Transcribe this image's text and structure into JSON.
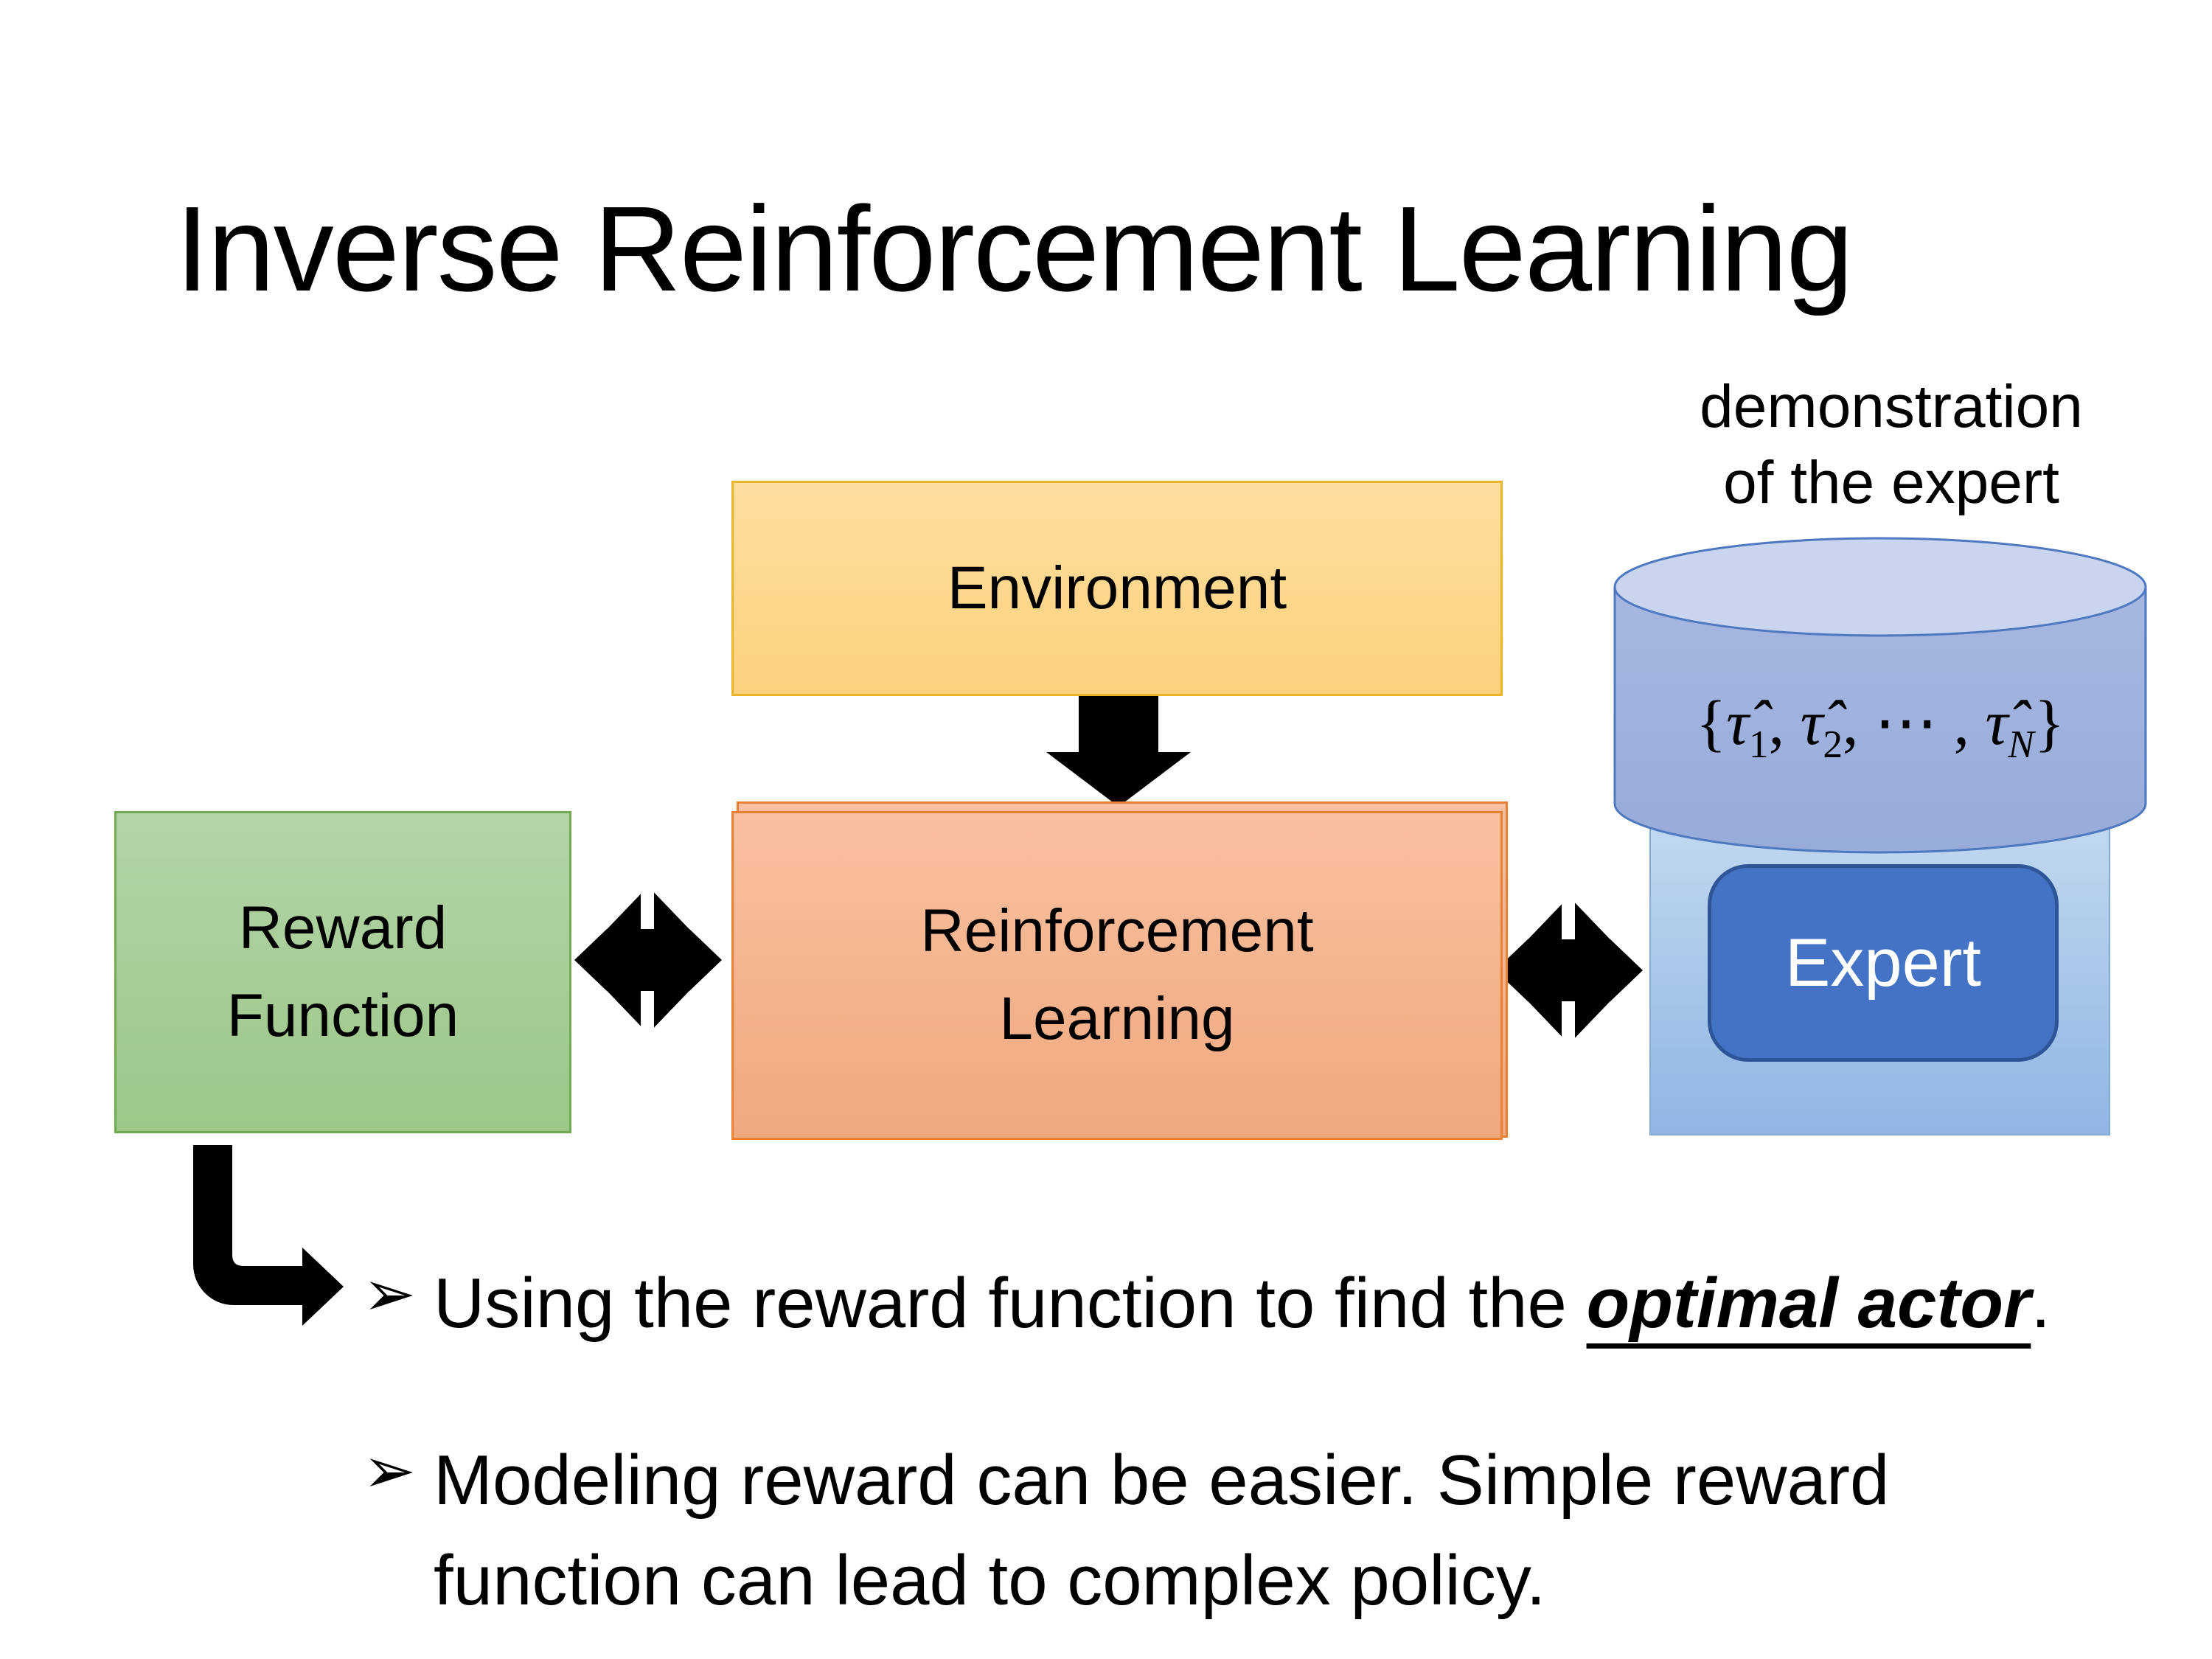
{
  "slide": {
    "title": "Inverse Reinforcement Learning",
    "demo_label": {
      "line1": "demonstration",
      "line2": "of the expert"
    },
    "environment": {
      "label": "Environment"
    },
    "reward_function": {
      "line1": "Reward",
      "line2": "Function"
    },
    "reinforcement_learning": {
      "line1": "Reinforcement",
      "line2": "Learning"
    },
    "expert": {
      "label": "Expert"
    },
    "demonstrations": {
      "brace_open": "{",
      "tau": "τ̂",
      "sub_1": "1",
      "comma_1": ", ",
      "sub_2": "2",
      "comma_dots": ", ⋯ , ",
      "sub_n": "N",
      "brace_close": "}"
    },
    "bullets": {
      "marker": "➢",
      "item1": {
        "prefix": "Using the reward function to find the ",
        "emphasis": "optimal actor",
        "suffix": "."
      },
      "item2": {
        "line1": "Modeling reward can be easier. Simple reward",
        "line2": "function can lead to complex policy."
      }
    },
    "colors": {
      "ink": "#000000",
      "background": "#FFFFFF",
      "environment_fill_top": "#FEDE9E",
      "environment_fill_bottom": "#FCD17E",
      "environment_border": "#E9B52D",
      "rl_fill_top": "#F8C0A0",
      "rl_fill_bottom": "#F0A87E",
      "rl_border": "#E98134",
      "reward_fill_top": "#B4D4A8",
      "reward_fill_bottom": "#9BC787",
      "reward_border": "#72A953",
      "expert_panel_fill_top": "#C3D9F0",
      "expert_panel_fill_bottom": "#8FB6E3",
      "expert_panel_border": "#86AAD6",
      "expert_button_fill": "#4472C4",
      "expert_button_border": "#2E5597",
      "expert_button_text": "#FFFFFF",
      "cylinder_fill": "#98ABD9",
      "cylinder_top_fill": "#C9D5EF",
      "cylinder_border": "#4E78C0",
      "arrow_fill": "#000000"
    }
  }
}
